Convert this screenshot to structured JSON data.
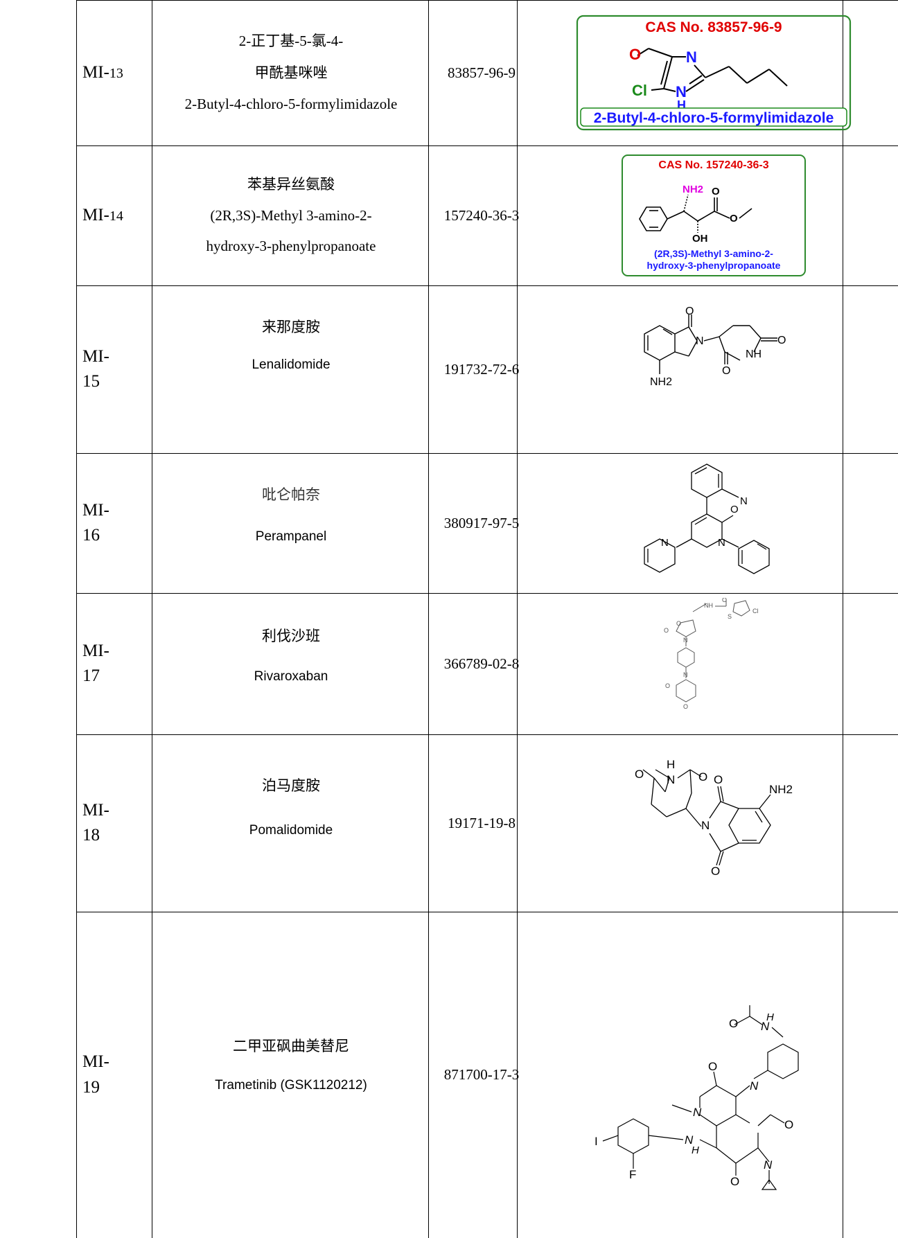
{
  "rows": [
    {
      "id_prefix": "MI-",
      "id_number": "13",
      "name_lines": [
        "2-正丁基-5-氯-4-",
        "甲酰基咪唑",
        "2-Butyl-4-chloro-5-formylimidazole"
      ],
      "cas": "83857-96-9",
      "structure": {
        "card_title": "CAS No. 83857-96-9",
        "card_caption_lines": [
          "2-Butyl-4-chloro-5-formylimidazole"
        ],
        "atoms": [
          "O",
          "N",
          "Cl",
          "N",
          "H"
        ],
        "icon": "imidazole-structure-icon"
      }
    },
    {
      "id_prefix": "MI-",
      "id_number": "14",
      "name_lines": [
        "苯基异丝氨酸",
        "(2R,3S)-Methyl 3-amino-2-",
        "hydroxy-3-phenylpropanoate"
      ],
      "cas": "157240-36-3",
      "structure": {
        "card_title": "CAS No. 157240-36-3",
        "card_caption_lines": [
          "(2R,3S)-Methyl 3-amino-2-",
          "hydroxy-3-phenylpropanoate"
        ],
        "atoms": [
          "NH2",
          "O",
          "O",
          "OH"
        ],
        "icon": "phenylisoserine-structure-icon"
      }
    },
    {
      "id_prefix": "MI-",
      "id_number": "15",
      "name_lines": [
        "来那度胺",
        "Lenalidomide"
      ],
      "cas": "191732-72-6",
      "structure": {
        "atoms": [
          "O",
          "N",
          "O",
          "NH",
          "O",
          "NH2"
        ],
        "icon": "lenalidomide-structure-icon"
      }
    },
    {
      "id_prefix": "MI-",
      "id_number": "16",
      "name_lines": [
        "吡仑帕奈",
        "Perampanel"
      ],
      "cas": "380917-97-5",
      "structure": {
        "atoms": [
          "N",
          "O",
          "N",
          "N"
        ],
        "icon": "perampanel-structure-icon"
      }
    },
    {
      "id_prefix": "MI-",
      "id_number": "17",
      "name_lines": [
        "利伐沙班",
        "Rivaroxaban"
      ],
      "cas": "366789-02-8",
      "structure": {
        "atoms": [
          "O",
          "NH",
          "S",
          "Cl",
          "O",
          "O",
          "N",
          "N",
          "O",
          "O"
        ],
        "icon": "rivaroxaban-structure-icon"
      }
    },
    {
      "id_prefix": "MI-",
      "id_number": "18",
      "name_lines": [
        "泊马度胺",
        "Pomalidomide"
      ],
      "cas": "19171-19-8",
      "structure": {
        "atoms": [
          "H",
          "O",
          "N",
          "O",
          "O",
          "NH2",
          "N",
          "O"
        ],
        "icon": "pomalidomide-structure-icon"
      }
    },
    {
      "id_prefix": "MI-",
      "id_number": "19",
      "name_lines": [
        "二甲亚砜曲美替尼",
        "Trametinib (GSK1120212)"
      ],
      "cas": "871700-17-3",
      "structure": {
        "atoms": [
          "O",
          "N",
          "H",
          "O",
          "N",
          "N",
          "O",
          "I",
          "N",
          "H",
          "O",
          "N",
          "F"
        ],
        "icon": "trametinib-structure-icon"
      }
    }
  ]
}
